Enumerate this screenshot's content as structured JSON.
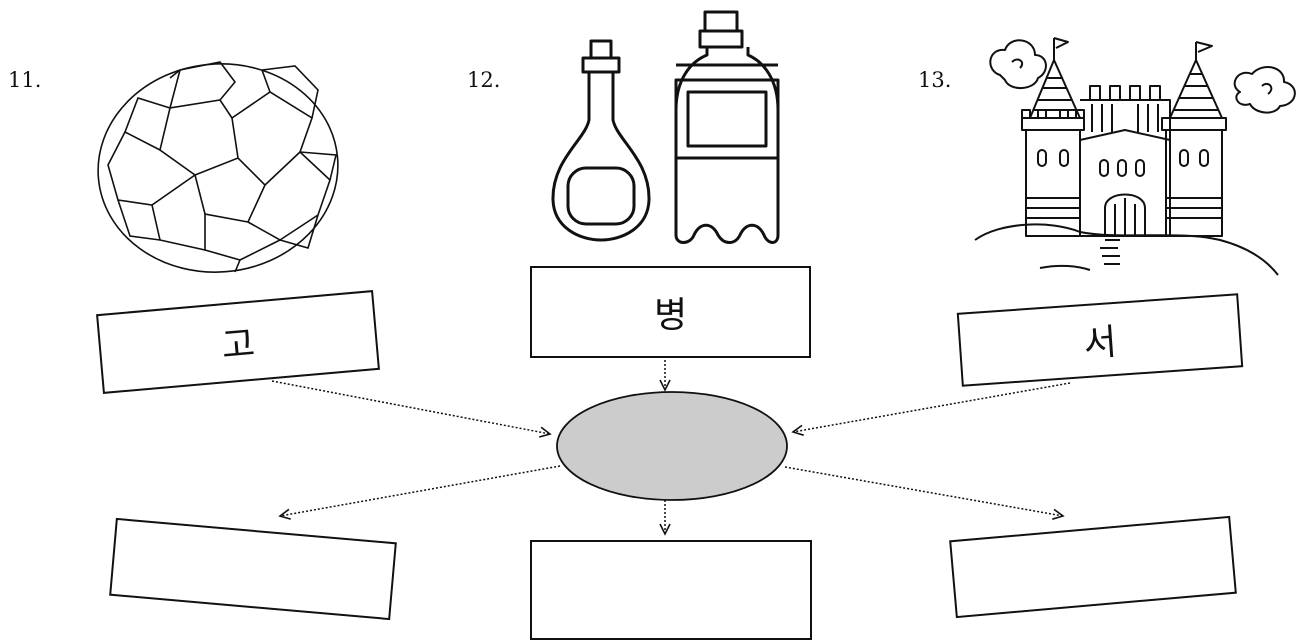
{
  "problems": [
    {
      "number": "11.",
      "picture": "soccer-ball",
      "hint": "고",
      "answer": ""
    },
    {
      "number": "12.",
      "picture": "bottles",
      "hint": "병",
      "answer": ""
    },
    {
      "number": "13.",
      "picture": "castle",
      "hint": "서",
      "answer": ""
    }
  ],
  "center": {
    "label": "",
    "fill": "#cccccc"
  },
  "colors": {
    "ink": "#111111",
    "oval_fill": "#cccccc"
  }
}
